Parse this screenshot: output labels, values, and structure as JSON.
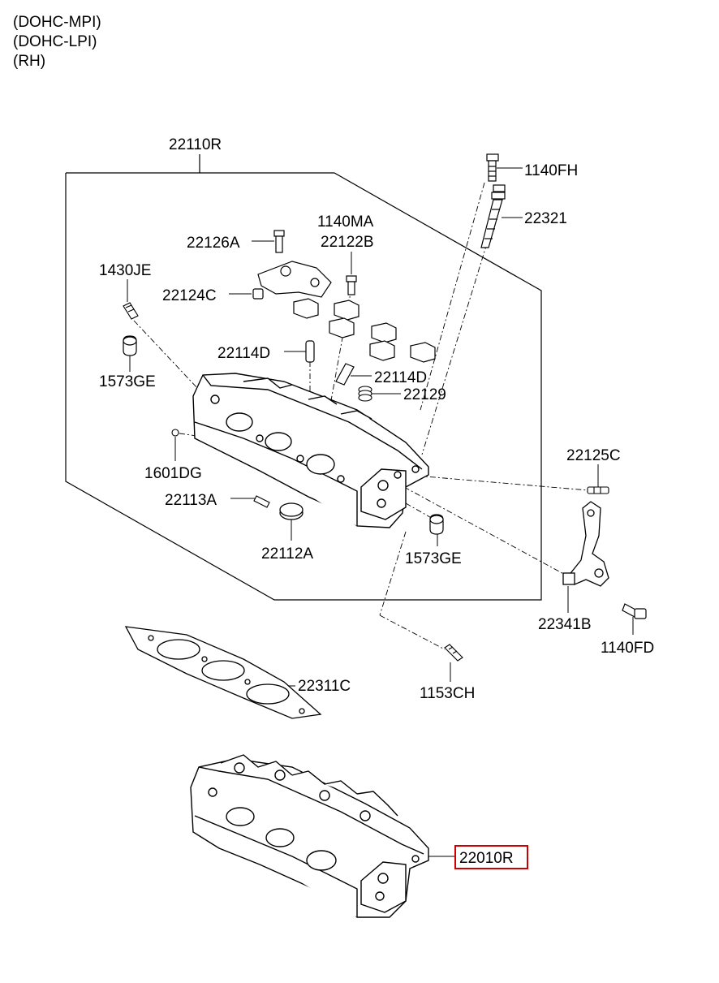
{
  "header": {
    "variants": [
      "(DOHC-MPI)",
      "(DOHC-LPI)",
      "(RH)"
    ]
  },
  "highlight_color": "#cc0000",
  "labels": {
    "assembly": "22110R",
    "bolt_1140fh": "1140FH",
    "bolt_22321": "22321",
    "l_1140ma": "1140MA",
    "l_22122b": "22122B",
    "l_22126a": "22126A",
    "l_1430je": "1430JE",
    "l_22124c": "22124C",
    "l_22114d_a": "22114D",
    "l_22114d_b": "22114D",
    "l_22129": "22129",
    "l_1573ge_a": "1573GE",
    "l_1601dg": "1601DG",
    "l_22125c": "22125C",
    "l_22113a": "22113A",
    "l_22112a": "22112A",
    "l_1573ge_b": "1573GE",
    "l_22341b": "22341B",
    "l_1140fd": "1140FD",
    "l_22311c": "22311C",
    "l_1153ch": "1153CH",
    "l_22010r": "22010R"
  }
}
